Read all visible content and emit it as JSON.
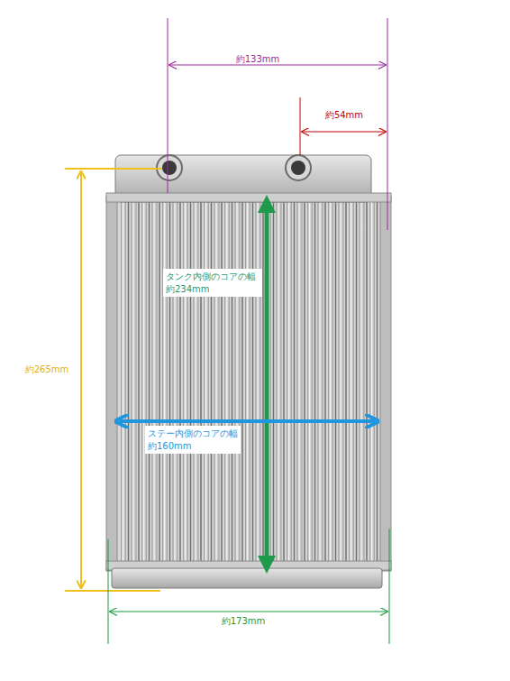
{
  "diagram": {
    "nodes": [
      {
        "text": [
          "タンク内側のコアの幅 約234mm"
        ]
      },
      {
        "text": [
          "ステー内側のコアの幅 約160mm"
        ]
      }
    ],
    "labels": [
      "約133mm",
      "約54mm",
      "約265mm",
      "約173mm"
    ]
  }
}
